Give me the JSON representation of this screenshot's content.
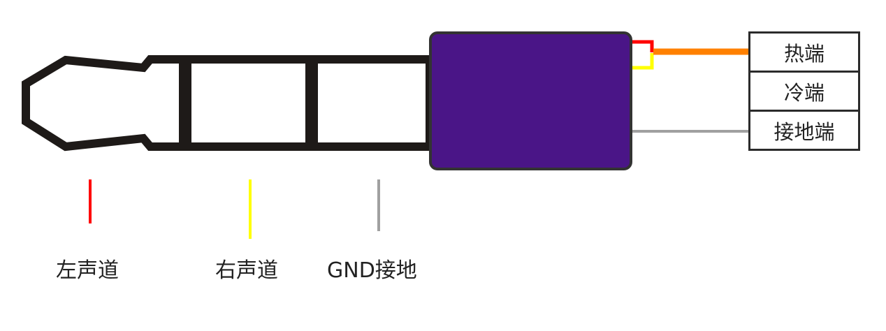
{
  "diagram": {
    "type": "trs-plug-wiring",
    "colors": {
      "outline": "#1e1a18",
      "body_fill": "#4a1587",
      "body_border": "#333333",
      "left_wire": "#ff0000",
      "right_wire": "#ffff00",
      "hot_wire": "#ff8000",
      "gnd_wire": "#a0a0a0"
    },
    "terminals": [
      {
        "label": "热端",
        "wire_color": "#ff8000"
      },
      {
        "label": "冷端",
        "wire_color": ""
      },
      {
        "label": "接地端",
        "wire_color": "#a0a0a0"
      }
    ],
    "contacts": [
      {
        "label": "左声道",
        "marker_color": "#ff0000"
      },
      {
        "label": "右声道",
        "marker_color": "#ffff00"
      },
      {
        "label": "GND接地",
        "marker_color": "#a0a0a0"
      }
    ]
  }
}
